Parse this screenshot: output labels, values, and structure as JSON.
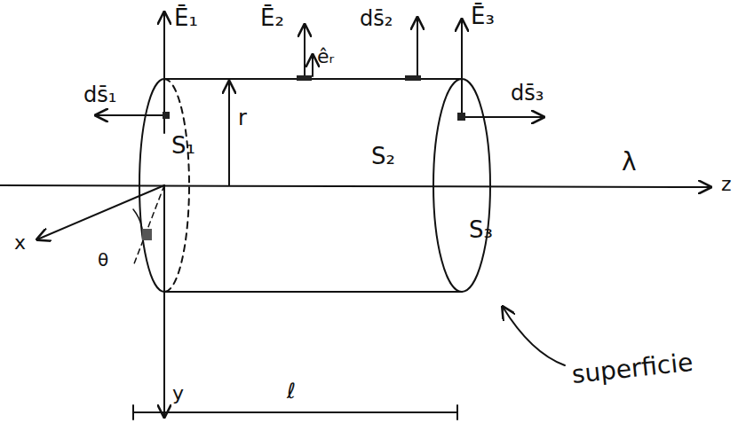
{
  "diagram": {
    "labels": [
      "Ē₁",
      "Ē₂",
      "êᵣ",
      "ds̄₂",
      "Ē₃",
      "ds̄₁",
      "ds̄₃",
      "S₁",
      "r",
      "S₂",
      "λ",
      "z",
      "x",
      "θ",
      "y",
      "S₃",
      "superficie",
      "ℓ"
    ]
  }
}
